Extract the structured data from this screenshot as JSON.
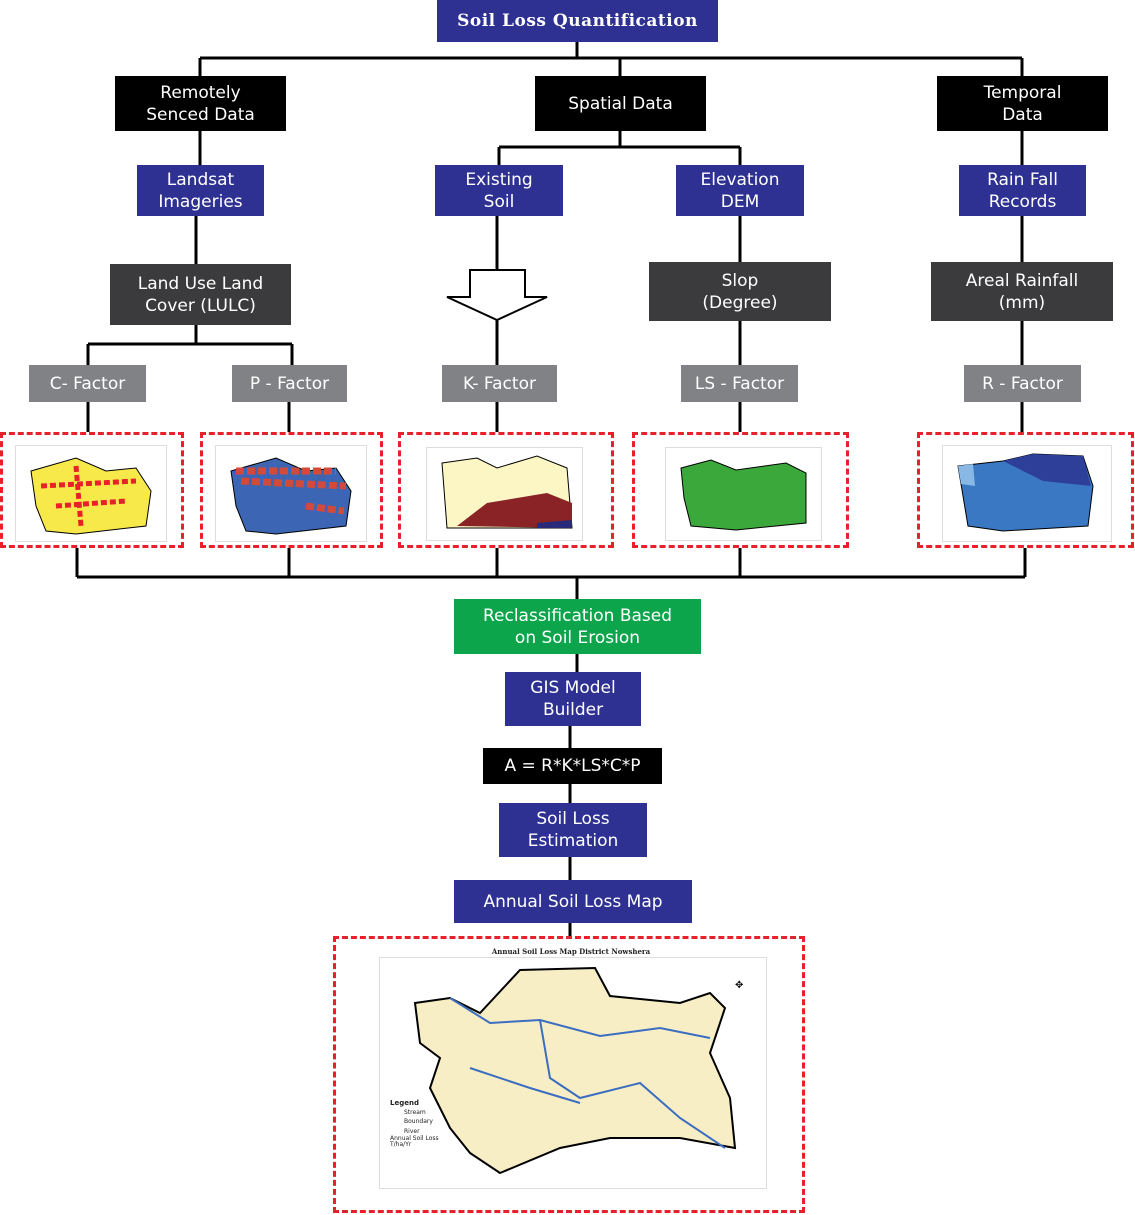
{
  "title": "Soil Loss Quantification",
  "level1": [
    "Remotely\nSenced Data",
    "Spatial Data",
    "Temporal\nData"
  ],
  "sources": [
    "Landsat\nImageries",
    "Existing\nSoil",
    "Elevation\nDEM",
    "Rain Fall\nRecords"
  ],
  "derived": [
    "Land Use Land\nCover (LULC)",
    "Slop\n(Degree)",
    "Areal Rainfall\n(mm)"
  ],
  "factors": [
    "C- Factor",
    "P - Factor",
    "K- Factor",
    "LS - Factor",
    "R - Factor"
  ],
  "process": {
    "reclass": "Reclassification Based\non Soil Erosion",
    "gis": "GIS Model\nBuilder",
    "formula": "A = R*K*LS*C*P",
    "estimation": "Soil Loss\nEstimation",
    "map": "Annual Soil Loss Map"
  },
  "final_map": {
    "title": "Annual Soil Loss Map District Nowshera",
    "legend_title": "Legend",
    "legend": [
      "Stream",
      "Boundary",
      "River",
      "Annual Soil Loss\nT/ha/Yr"
    ]
  },
  "colors": {
    "navy": "#2e3192",
    "black": "#000000",
    "dark_gray": "#3b3b3d",
    "gray": "#808285",
    "green": "#0ca54c",
    "dashed": "#e8202a"
  }
}
